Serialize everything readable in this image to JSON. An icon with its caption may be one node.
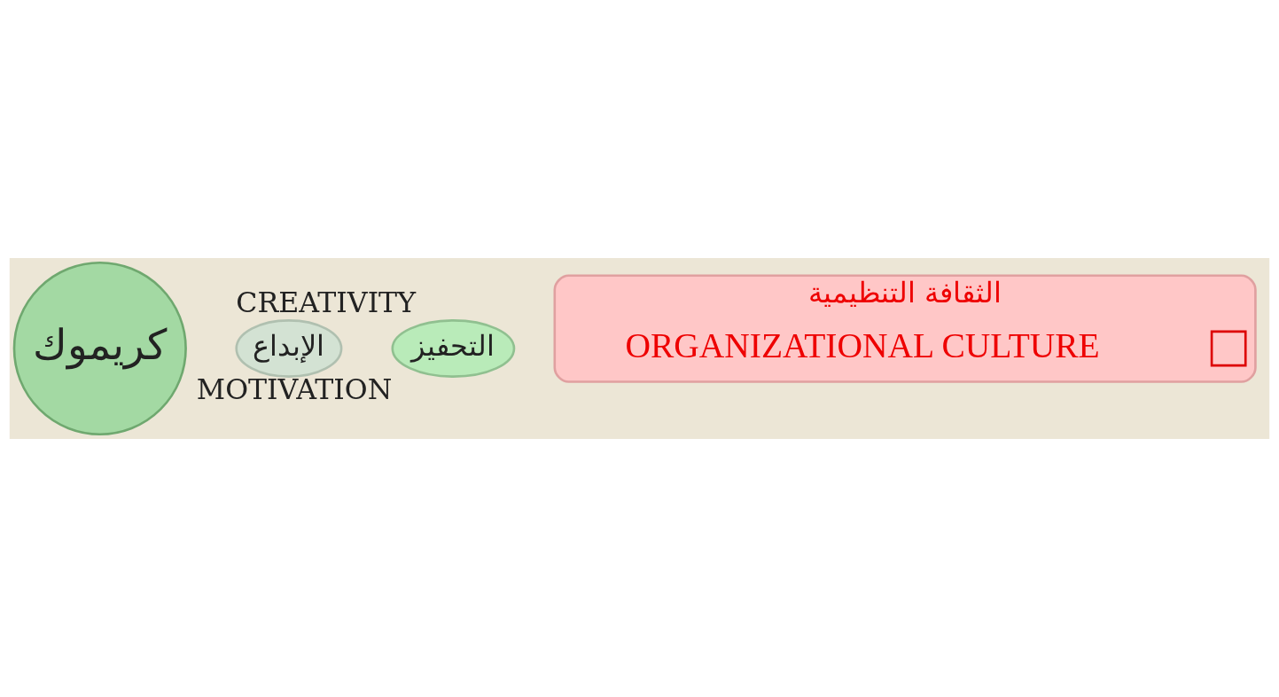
{
  "diagram": {
    "nodes": [
      {
        "text": [
          "كريموك"
        ]
      },
      {
        "text": [
          "الإبداع"
        ],
        "beside": [
          "CREATIVITY"
        ]
      },
      {
        "text": [
          "التحفيز"
        ],
        "beside": [
          "MOTIVATION"
        ]
      },
      {
        "text": [
          "الثقافة التنظيمية"
        ],
        "beside": [
          "ORGANIZATIONAL CULTURE"
        ]
      },
      {
        "text": [],
        "shape": "box",
        "in": 3
      }
    ]
  }
}
